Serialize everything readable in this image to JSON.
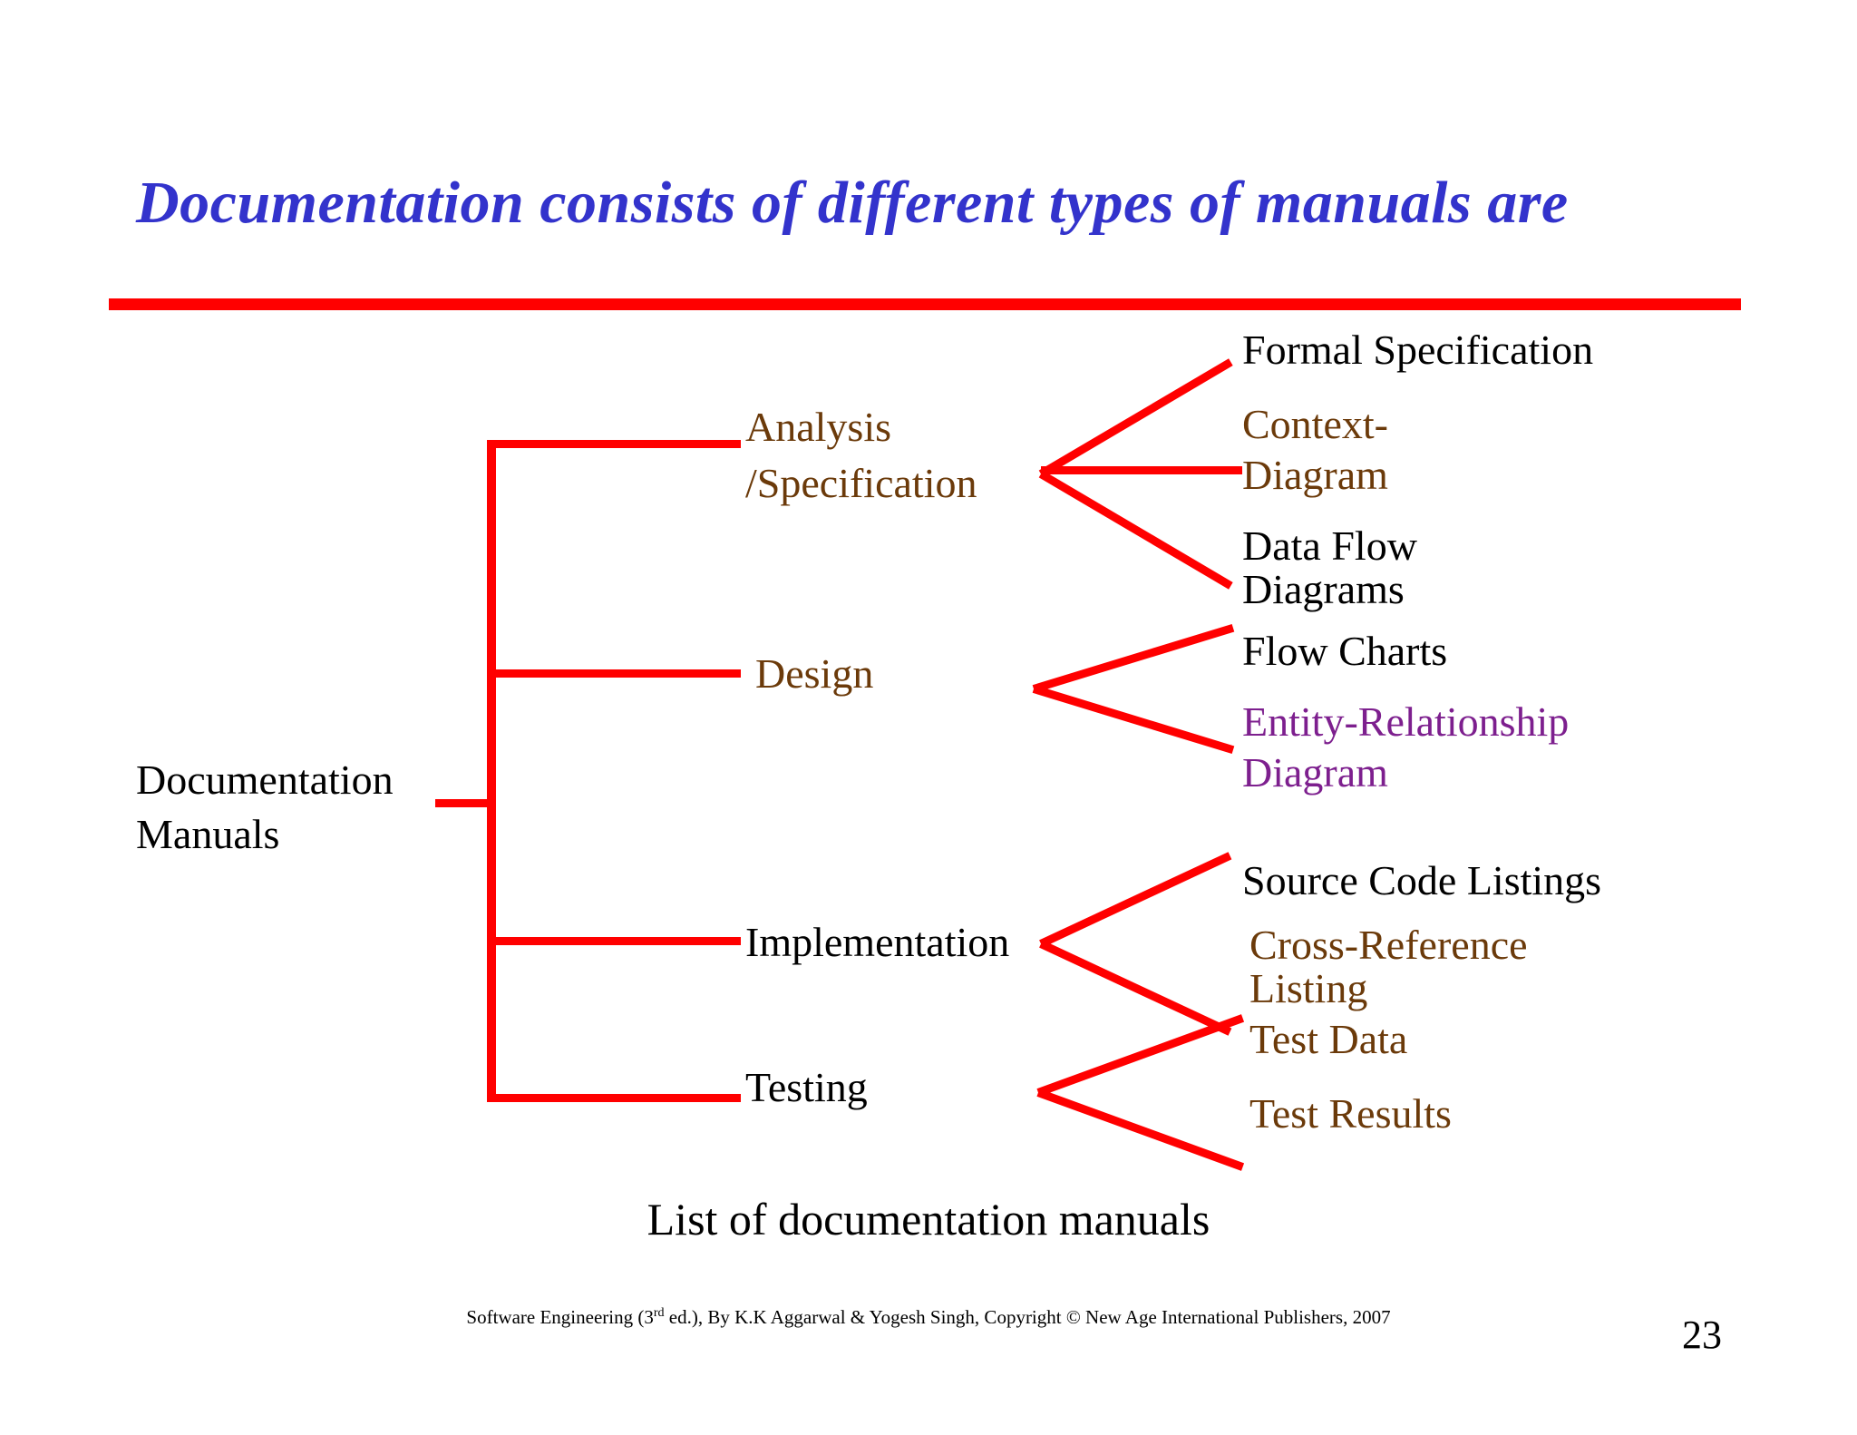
{
  "slide": {
    "title": "Documentation consists of different types of manuals are",
    "caption": "List of documentation manuals",
    "page_number": "23",
    "footer": {
      "prefix": "Software Engineering (3",
      "superscript": "rd",
      "suffix": " ed.), By K.K Aggarwal & Yogesh Singh, Copyright © New Age International Publishers, 2007"
    }
  },
  "colors": {
    "title": "#3333cc",
    "rule": "#ff0000",
    "tree_line": "#ff0000",
    "black_text": "#000000",
    "brown_text": "#6b3a0a",
    "purple_text": "#7d1f8e",
    "background": "#ffffff"
  },
  "tree": {
    "root": {
      "line1": "Documentation",
      "line2": "Manuals",
      "color": "black"
    },
    "branches": [
      {
        "label_line1": "Analysis",
        "label_line2": "/Specification",
        "color": "brown",
        "leaves": [
          {
            "line1": "Formal Specification",
            "line2": "",
            "color": "black"
          },
          {
            "line1": "Context-",
            "line2": "Diagram",
            "color": "brown"
          },
          {
            "line1": "Data Flow",
            "line2": "Diagrams",
            "color": "black"
          }
        ]
      },
      {
        "label_line1": "Design",
        "label_line2": "",
        "color": "brown",
        "leaves": [
          {
            "line1": "Flow Charts",
            "line2": "",
            "color": "black"
          },
          {
            "line1": "Entity-Relationship",
            "line2": "Diagram",
            "color": "purple"
          }
        ]
      },
      {
        "label_line1": "Implementation",
        "label_line2": "",
        "color": "black",
        "leaves": [
          {
            "line1": "Source Code Listings",
            "line2": "",
            "color": "black"
          },
          {
            "line1": "Cross-Reference",
            "line2": "Listing",
            "color": "brown"
          }
        ]
      },
      {
        "label_line1": "Testing",
        "label_line2": "",
        "color": "black",
        "leaves": [
          {
            "line1": "Test Data",
            "line2": "",
            "color": "brown"
          },
          {
            "line1": "Test Results",
            "line2": "",
            "color": "brown"
          }
        ]
      }
    ]
  }
}
